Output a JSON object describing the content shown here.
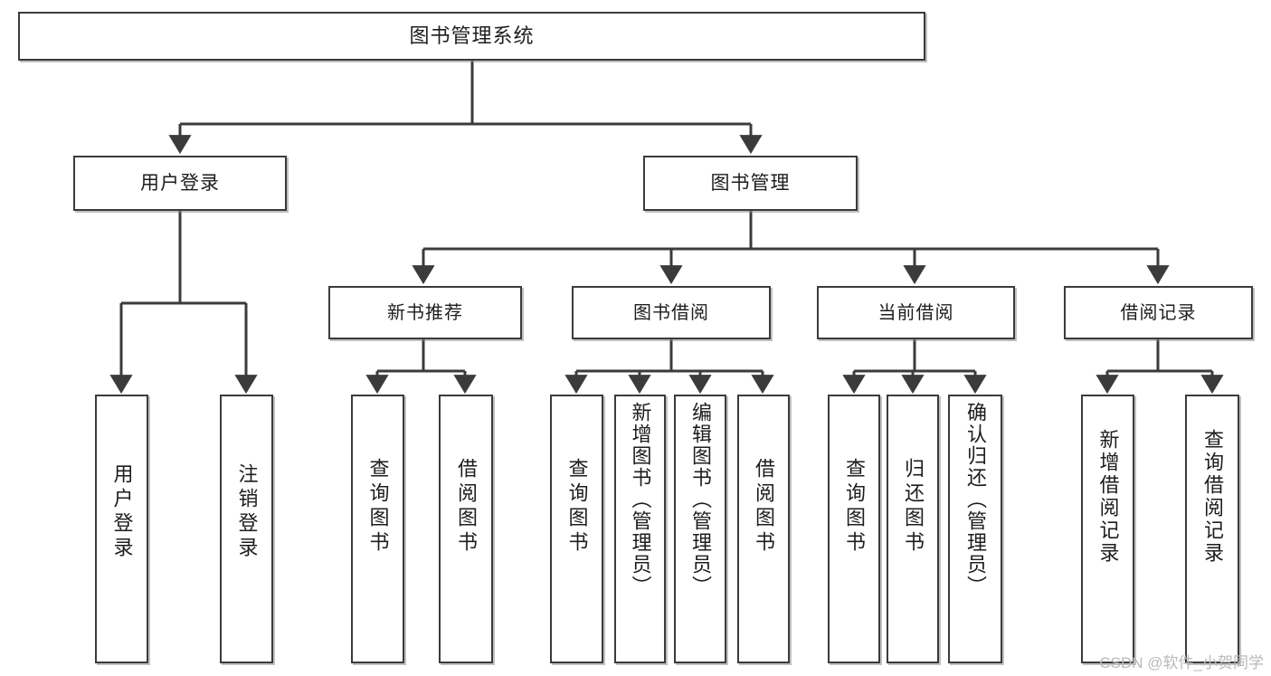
{
  "diagram": {
    "title": "图书管理系统",
    "type": "tree",
    "watermark": "CSDN @软件_小贺同学",
    "root": {
      "label": "图书管理系统"
    },
    "level2": [
      {
        "label": "用户登录"
      },
      {
        "label": "图书管理"
      }
    ],
    "level3": [
      {
        "label": "新书推荐"
      },
      {
        "label": "图书借阅"
      },
      {
        "label": "当前借阅"
      },
      {
        "label": "借阅记录"
      }
    ],
    "leaves": {
      "user_login": [
        {
          "label": "用户登录"
        },
        {
          "label": "注销登录"
        }
      ],
      "new_book": [
        {
          "label": "查询图书"
        },
        {
          "label": "借阅图书"
        }
      ],
      "borrow_book": [
        {
          "label": "查询图书"
        },
        {
          "label": "新增图书（管理员）"
        },
        {
          "label": "编辑图书（管理员）"
        },
        {
          "label": "借阅图书"
        }
      ],
      "current_borrow": [
        {
          "label": "查询图书"
        },
        {
          "label": "归还图书"
        },
        {
          "label": "确认归还（管理员）"
        }
      ],
      "borrow_record": [
        {
          "label": "新增借阅记录"
        },
        {
          "label": "查询借阅记录"
        }
      ]
    },
    "colors": {
      "stroke": "#3b3b3b",
      "fill": "#ffffff",
      "text": "#1d1d1d",
      "watermark": "#b9b9b9"
    }
  }
}
